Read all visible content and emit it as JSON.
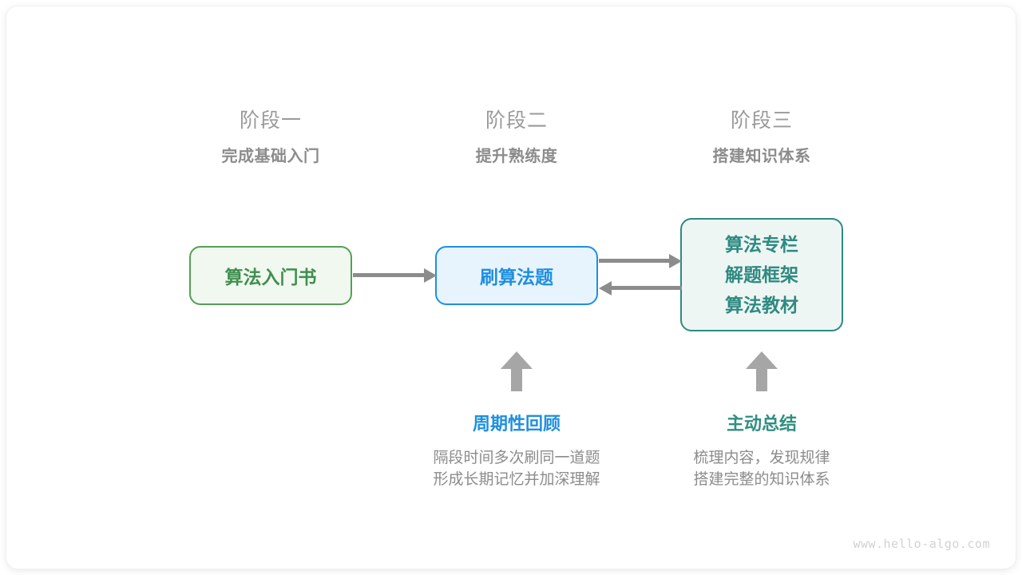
{
  "stages": [
    {
      "title": "阶段一",
      "subtitle": "完成基础入门"
    },
    {
      "title": "阶段二",
      "subtitle": "提升熟练度"
    },
    {
      "title": "阶段三",
      "subtitle": "搭建知识体系"
    }
  ],
  "boxes": {
    "book": {
      "label": "算法入门书",
      "color": "#3f8f4f",
      "border": "#55a055",
      "fill": "#f1f8f0"
    },
    "practice": {
      "label": "刷算法题",
      "color": "#1f8fe0",
      "border": "#1f8fe0",
      "fill": "#e7f4fd"
    },
    "resources": {
      "lines": [
        "算法专栏",
        "解题框架",
        "算法教材"
      ],
      "color": "#2f8a80",
      "border": "#2f8a80",
      "fill": "#eef6f4"
    }
  },
  "arrows": {
    "color": "#8c8c8c",
    "up_color": "#a6a6a6",
    "book_to_practice": "arrow-right",
    "practice_to_resources": "arrow-right",
    "resources_to_practice": "arrow-left",
    "review_up": "arrow-up",
    "summary_up": "arrow-up"
  },
  "notes": [
    {
      "title": "周期性回顾",
      "color": "#1f8fe0",
      "lines": [
        "隔段时间多次刷同一道题",
        "形成长期记忆并加深理解"
      ]
    },
    {
      "title": "主动总结",
      "color": "#2f9080",
      "lines": [
        "梳理内容，发现规律",
        "搭建完整的知识体系"
      ]
    }
  ],
  "watermark": "www.hello-algo.com"
}
